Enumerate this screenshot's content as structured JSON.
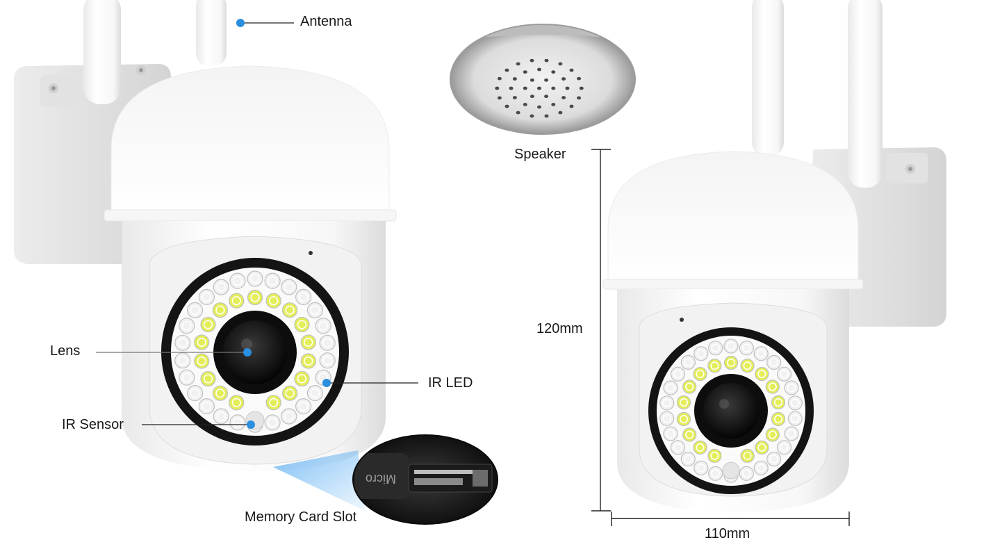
{
  "labels": {
    "antenna": "Antenna",
    "speaker": "Speaker",
    "lens": "Lens",
    "ir_led": "IR LED",
    "ir_sensor": "IR Sensor",
    "memory_card_slot": "Memory Card Slot",
    "height": "120mm",
    "width": "110mm",
    "card_print": "Micro"
  },
  "colors": {
    "callout_dot": "#2b8fe0",
    "callout_line": "#222222",
    "dimension_line": "#222222",
    "body": "#ffffff",
    "ring": "#141414",
    "led_white": "#f1f1f1",
    "led_yellow": "#e4ee5a",
    "highlight_beam": "#3fa0f0"
  }
}
